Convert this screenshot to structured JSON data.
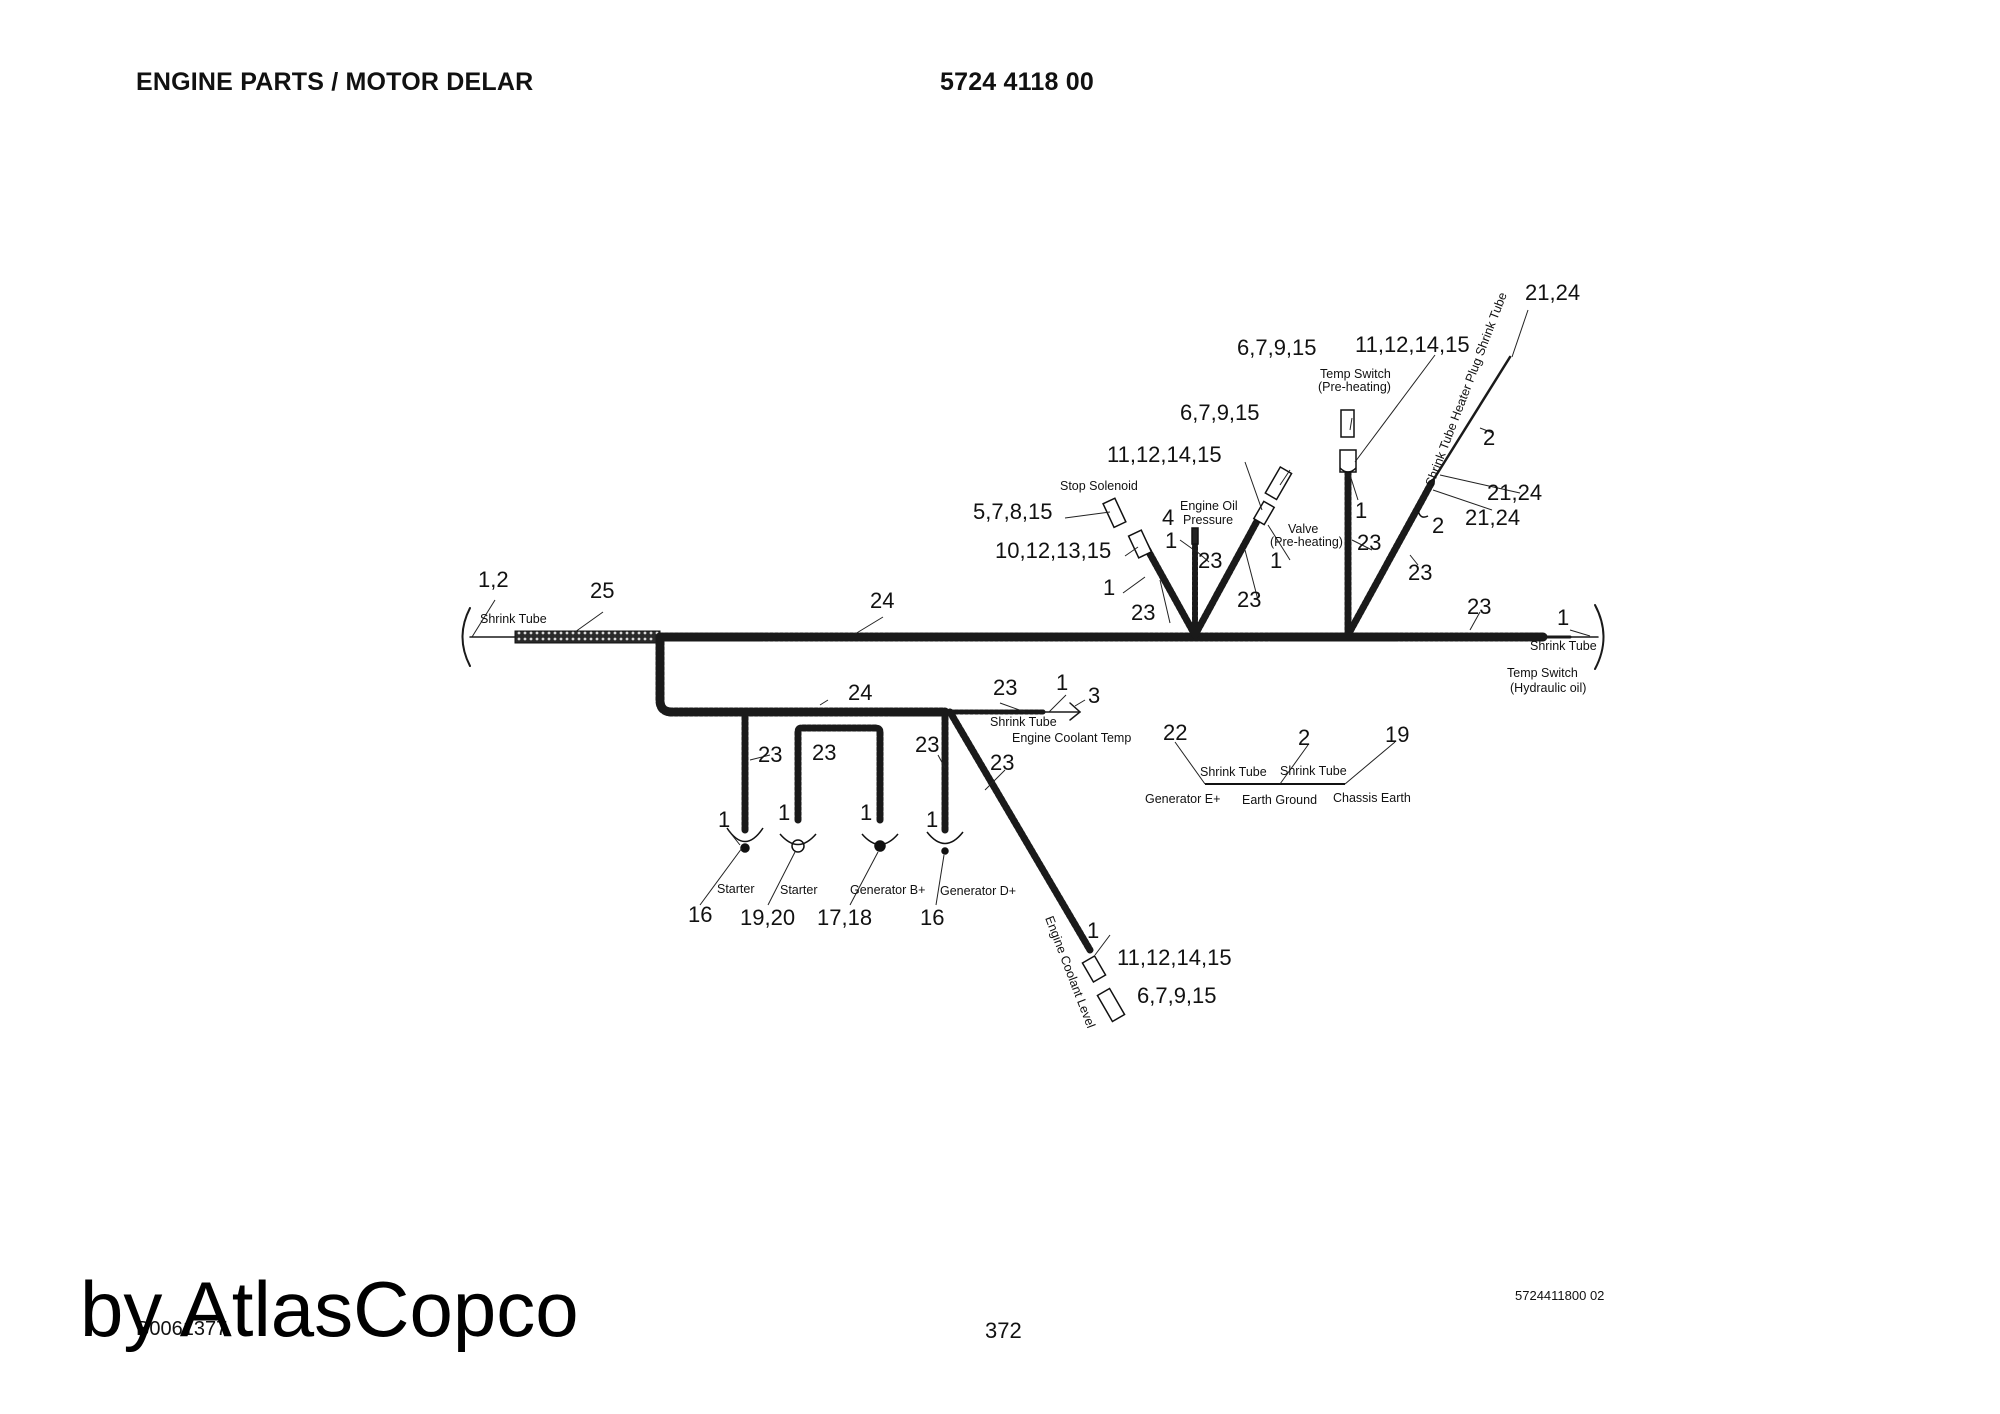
{
  "header": {
    "title": "ENGINE PARTS / MOTOR DELAR",
    "part_number": "5724 4118 00"
  },
  "footer": {
    "ref": "5724411800 02",
    "page": "372",
    "code": "B0061377",
    "brand": "by AtlasCopco"
  },
  "callouts": {
    "c_1_2": "1,2",
    "c_25": "25",
    "c_24_main": "24",
    "c_24_lower": "24",
    "c_23_main": "23",
    "c_1_right": "1",
    "c_5_7_8_15": "5,7,8,15",
    "c_10_12_13_15": "10,12,13,15",
    "c_1_stop": "1",
    "c_23_stop": "23",
    "c_11_12_14_15_a": "11,12,14,15",
    "c_6_7_9_15_a": "6,7,9,15",
    "c_4": "4",
    "c_1_oil": "1",
    "c_23_oil": "23",
    "c_23_valve": "23",
    "c_1_valve": "1",
    "c_6_7_9_15_b": "6,7,9,15",
    "c_11_12_14_15_b": "11,12,14,15",
    "c_1_temp": "1",
    "c_23_temp": "23",
    "c_21_24_top": "21,24",
    "c_2_heater": "2",
    "c_21_24_mid": "21,24",
    "c_2_mid": "2",
    "c_21_24_low": "21,24",
    "c_23_heater": "23",
    "c_23_coolant": "23",
    "c_1_coolant": "1",
    "c_3": "3",
    "c_23_a": "23",
    "c_23_b": "23",
    "c_23_c": "23",
    "c_23_level": "23",
    "c_1_s1": "1",
    "c_1_s2": "1",
    "c_1_s3": "1",
    "c_1_s4": "1",
    "c_16_a": "16",
    "c_19_20": "19,20",
    "c_17_18": "17,18",
    "c_16_b": "16",
    "c_1_level": "1",
    "c_11_12_14_15_c": "11,12,14,15",
    "c_6_7_9_15_c": "6,7,9,15",
    "c_22": "22",
    "c_2_earth": "2",
    "c_19": "19"
  },
  "labels": {
    "shrink_tube_left": "Shrink Tube",
    "shrink_tube_right": "Shrink Tube",
    "temp_switch_hyd_1": "Temp Switch",
    "temp_switch_hyd_2": "(Hydraulic oil)",
    "stop_solenoid": "Stop Solenoid",
    "engine_oil_1": "Engine Oil",
    "engine_oil_2": "Pressure",
    "valve_1": "Valve",
    "valve_2": "(Pre-heating)",
    "temp_switch_pre_1": "Temp Switch",
    "temp_switch_pre_2": "(Pre-heating)",
    "heater_plug": "Shrink Tube Heater Plug Shrink Tube",
    "shrink_tube_coolant": "Shrink Tube",
    "engine_coolant_temp": "Engine Coolant Temp",
    "starter_1": "Starter",
    "starter_2": "Starter",
    "generator_b": "Generator B+",
    "generator_d": "Generator D+",
    "engine_coolant_level": "Engine Coolant Level",
    "shrink_tube_e1": "Shrink Tube",
    "shrink_tube_e2": "Shrink Tube",
    "generator_e": "Generator E+",
    "earth_ground": "Earth Ground",
    "chassis_earth": "Chassis Earth"
  }
}
